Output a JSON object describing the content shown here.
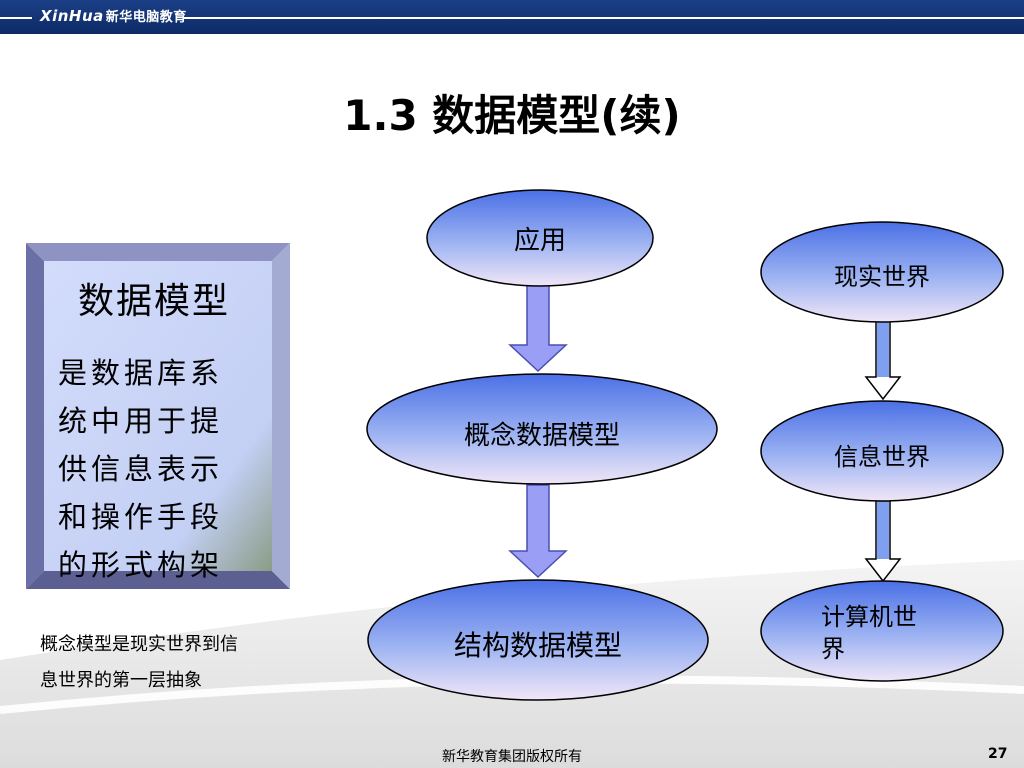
{
  "header": {
    "brand_latin": "XinHua",
    "brand_cn": "新华电脑教育"
  },
  "title": "1.3 数据模型(续)",
  "card": {
    "title": "数据模型",
    "body": [
      "是数据库系",
      "统中用于提",
      "供信息表示",
      "和操作手段",
      "的形式构架"
    ]
  },
  "flow_left": {
    "nodes": [
      "应用",
      "概念数据模型",
      "结构数据模型"
    ]
  },
  "flow_right": {
    "nodes": [
      "现实世界",
      "信息世界",
      "计算机世",
      "界"
    ]
  },
  "note": {
    "lines": [
      "概念模型是现实世界到信",
      "息世界的第一层抽象"
    ]
  },
  "footer": {
    "copyright": "新华教育集团版权所有",
    "page": "27"
  },
  "colors": {
    "header_bg": "#163a80",
    "ellipse_top": "#4f74e8",
    "ellipse_bottom": "#ece3f7",
    "arrow_fill": "#9a9ff5",
    "card_front": "#c9d4f7"
  }
}
